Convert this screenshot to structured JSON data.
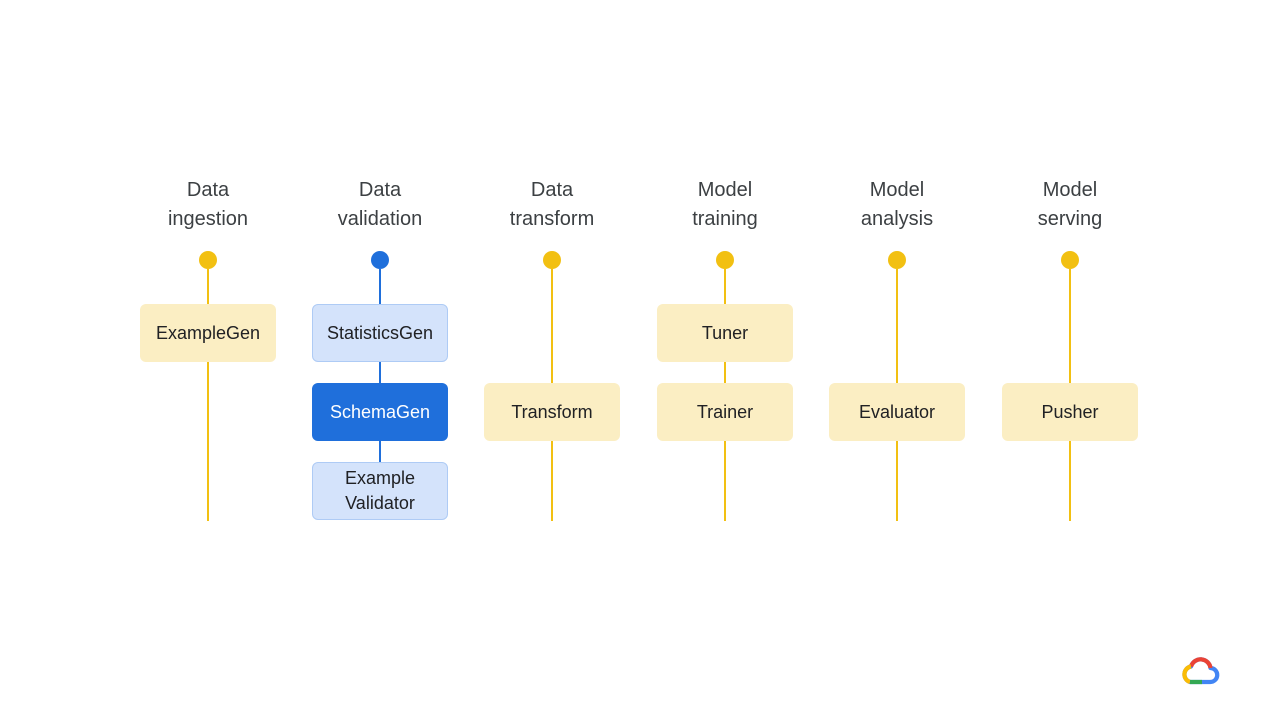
{
  "colors": {
    "yellow": "#f2c012",
    "yellow_card": "#fbeec3",
    "blue": "#1f6fdb",
    "blue_light_card": "#d4e3fb",
    "blue_light_border": "#aecbf5",
    "text": "#202124"
  },
  "icon": "google-cloud-logo",
  "stages": [
    {
      "id": "data-ingestion",
      "title_lines": [
        "Data",
        "ingestion"
      ],
      "theme": "yellow",
      "components": [
        {
          "label_lines": [
            "ExampleGen"
          ],
          "style": "yellow"
        }
      ]
    },
    {
      "id": "data-validation",
      "title_lines": [
        "Data",
        "validation"
      ],
      "theme": "blue",
      "components": [
        {
          "label_lines": [
            "StatisticsGen"
          ],
          "style": "blue-light"
        },
        {
          "label_lines": [
            "SchemaGen"
          ],
          "style": "blue-active"
        },
        {
          "label_lines": [
            "Example",
            "Validator"
          ],
          "style": "blue-light"
        }
      ]
    },
    {
      "id": "data-transform",
      "title_lines": [
        "Data",
        "transform"
      ],
      "theme": "yellow",
      "components": [
        {
          "label_lines": [
            "Transform"
          ],
          "style": "yellow"
        }
      ]
    },
    {
      "id": "model-training",
      "title_lines": [
        "Model",
        "training"
      ],
      "theme": "yellow",
      "components": [
        {
          "label_lines": [
            "Tuner"
          ],
          "style": "yellow"
        },
        {
          "label_lines": [
            "Trainer"
          ],
          "style": "yellow"
        }
      ]
    },
    {
      "id": "model-analysis",
      "title_lines": [
        "Model",
        "analysis"
      ],
      "theme": "yellow",
      "components": [
        {
          "label_lines": [
            "Evaluator"
          ],
          "style": "yellow"
        }
      ]
    },
    {
      "id": "model-serving",
      "title_lines": [
        "Model",
        "serving"
      ],
      "theme": "yellow",
      "components": [
        {
          "label_lines": [
            "Pusher"
          ],
          "style": "yellow"
        }
      ]
    }
  ]
}
